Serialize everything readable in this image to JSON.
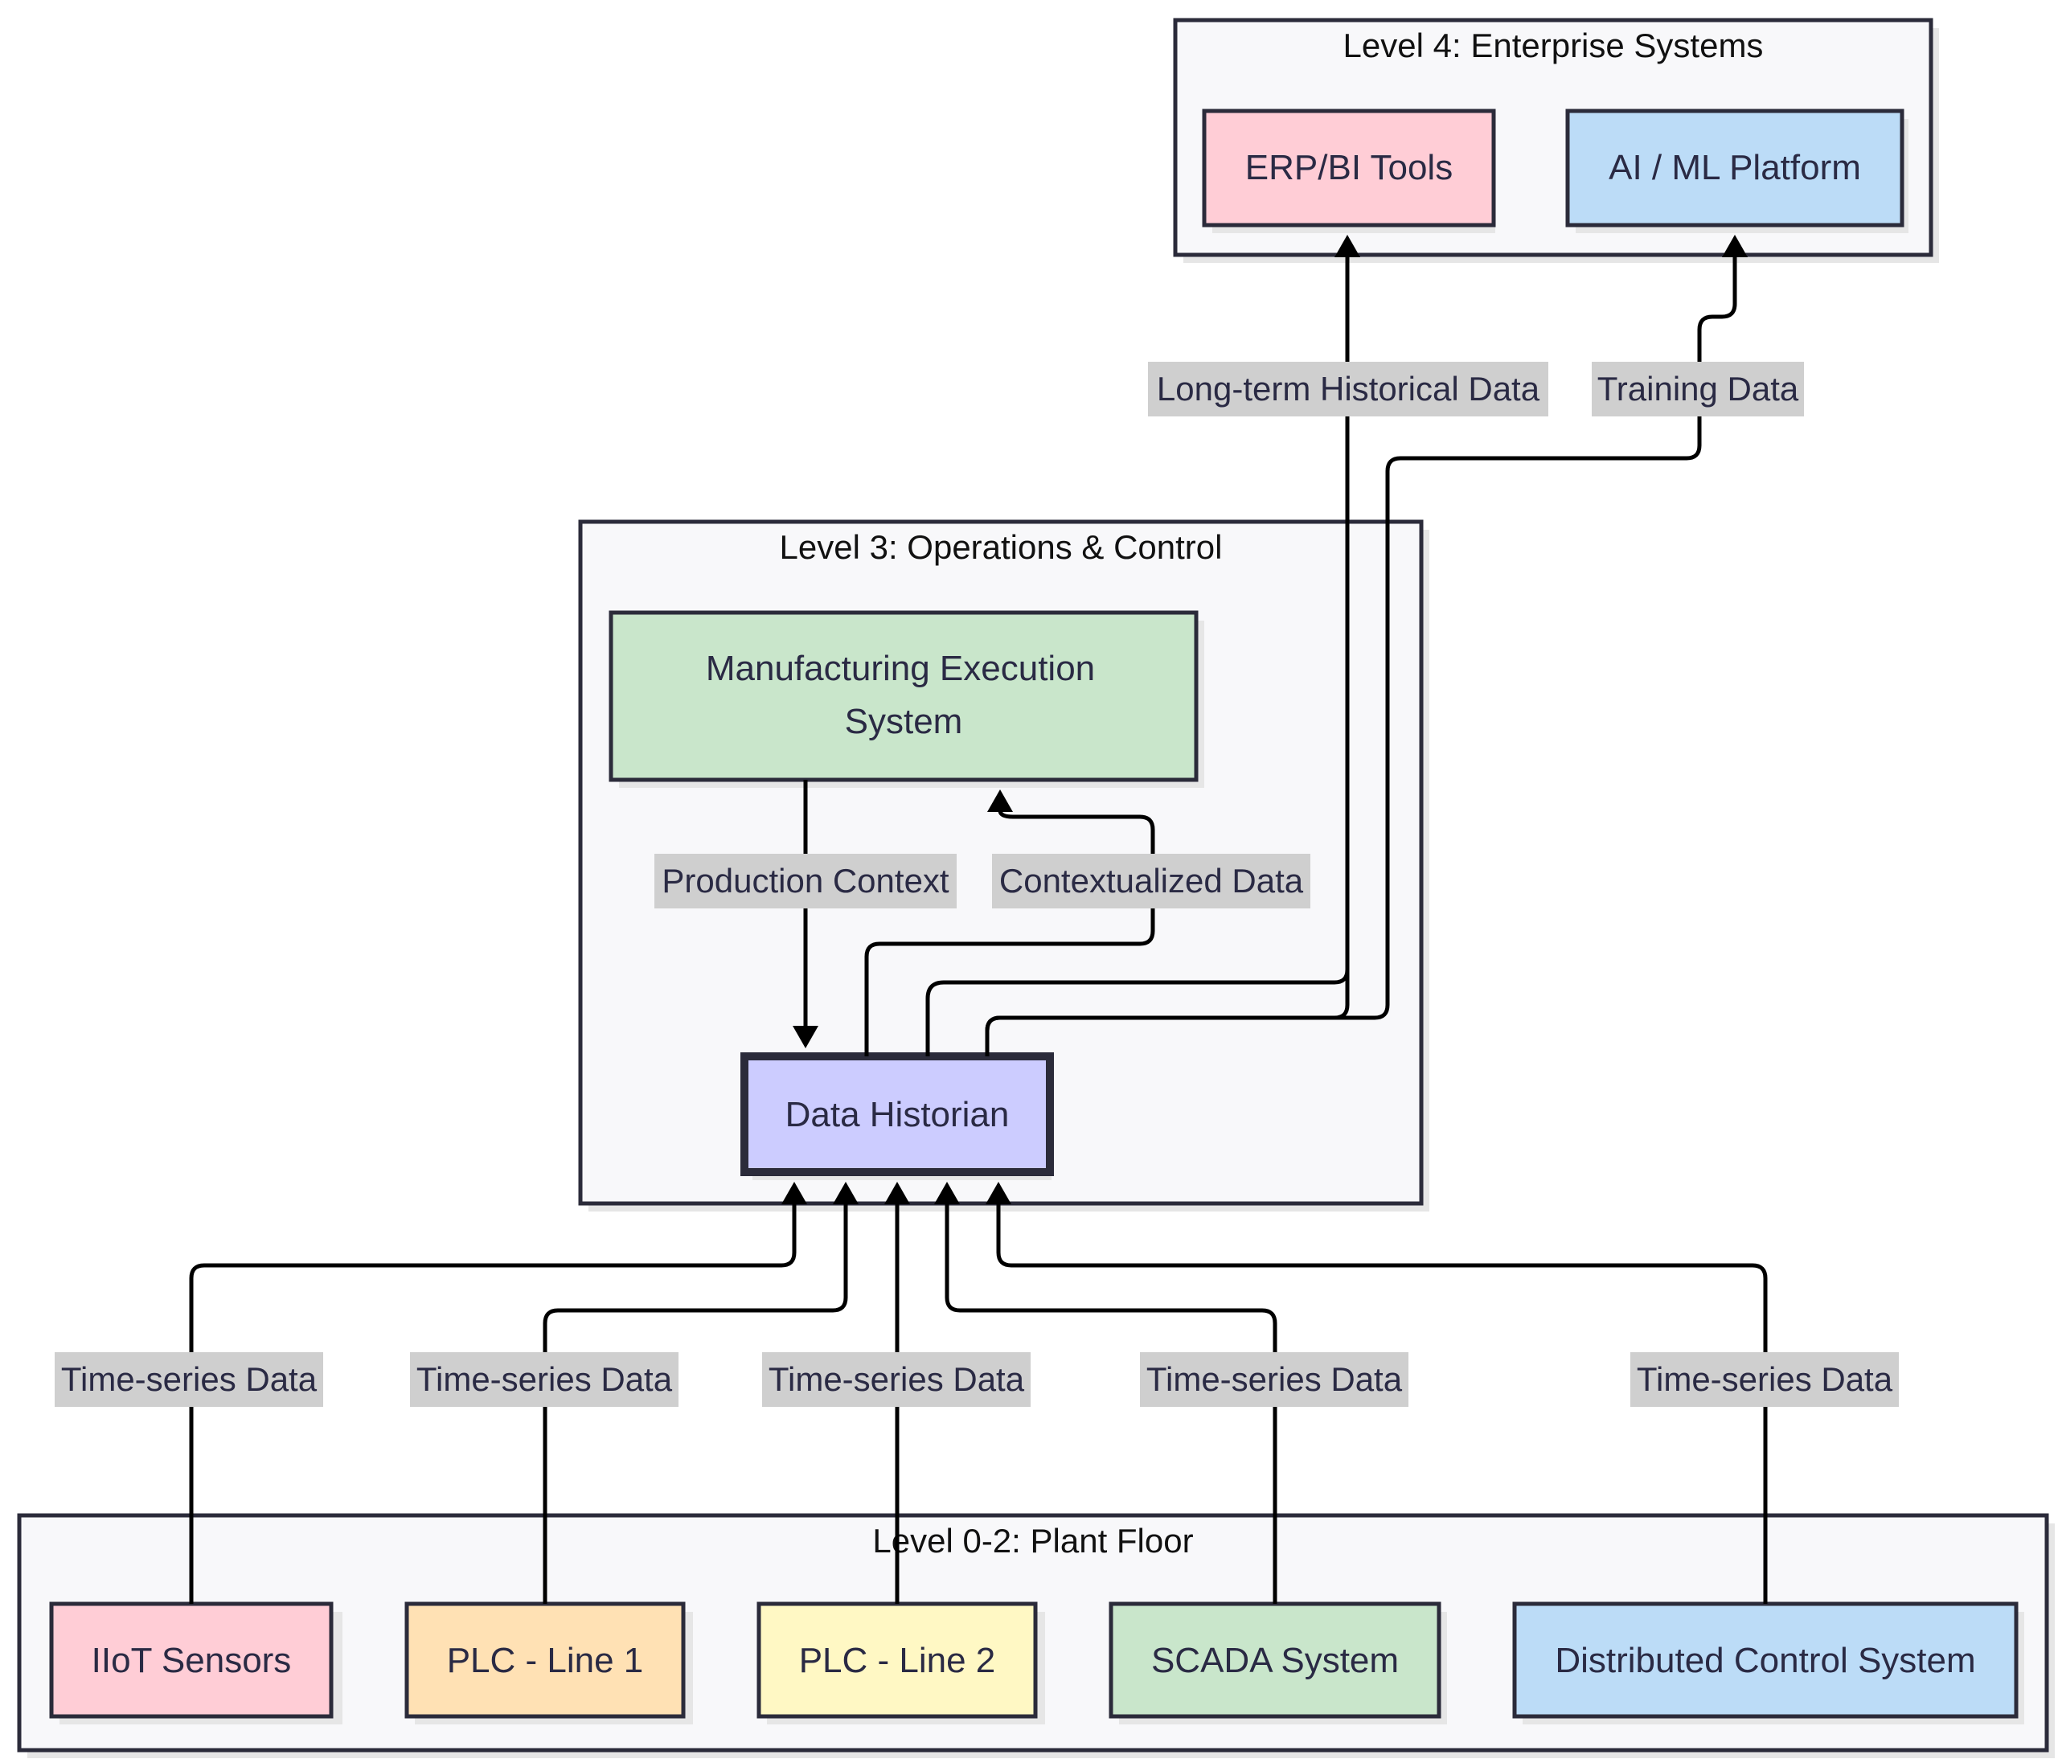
{
  "clusters": {
    "enterprise": {
      "title": "Level 4: Enterprise Systems"
    },
    "operations": {
      "title": "Level 3: Operations & Control"
    },
    "plant": {
      "title": "Level 0-2: Plant Floor"
    }
  },
  "nodes": {
    "erp": {
      "label": "ERP/BI Tools",
      "color": "#ffcdd6"
    },
    "ai": {
      "label": "AI / ML Platform",
      "color": "#bcdcf7"
    },
    "mes": {
      "line1": "Manufacturing Execution",
      "line2": "System",
      "color": "#c9e6cb"
    },
    "historian": {
      "label": "Data Historian",
      "color": "#ccccff"
    },
    "iiot": {
      "label": "IIoT Sensors",
      "color": "#ffcdd6"
    },
    "plc1": {
      "label": "PLC - Line 1",
      "color": "#ffe1b4"
    },
    "plc2": {
      "label": "PLC - Line 2",
      "color": "#fff8c4"
    },
    "scada": {
      "label": "SCADA System",
      "color": "#c9e6cb"
    },
    "dcs": {
      "label": "Distributed Control System",
      "color": "#bcdcf7"
    }
  },
  "edges": {
    "long_term": "Long-term Historical Data",
    "training": "Training Data",
    "production_context": "Production Context",
    "contextualized": "Contextualized Data",
    "ts_iiot": "Time-series Data",
    "ts_plc1": "Time-series Data",
    "ts_plc2": "Time-series Data",
    "ts_scada": "Time-series Data",
    "ts_dcs": "Time-series Data"
  }
}
